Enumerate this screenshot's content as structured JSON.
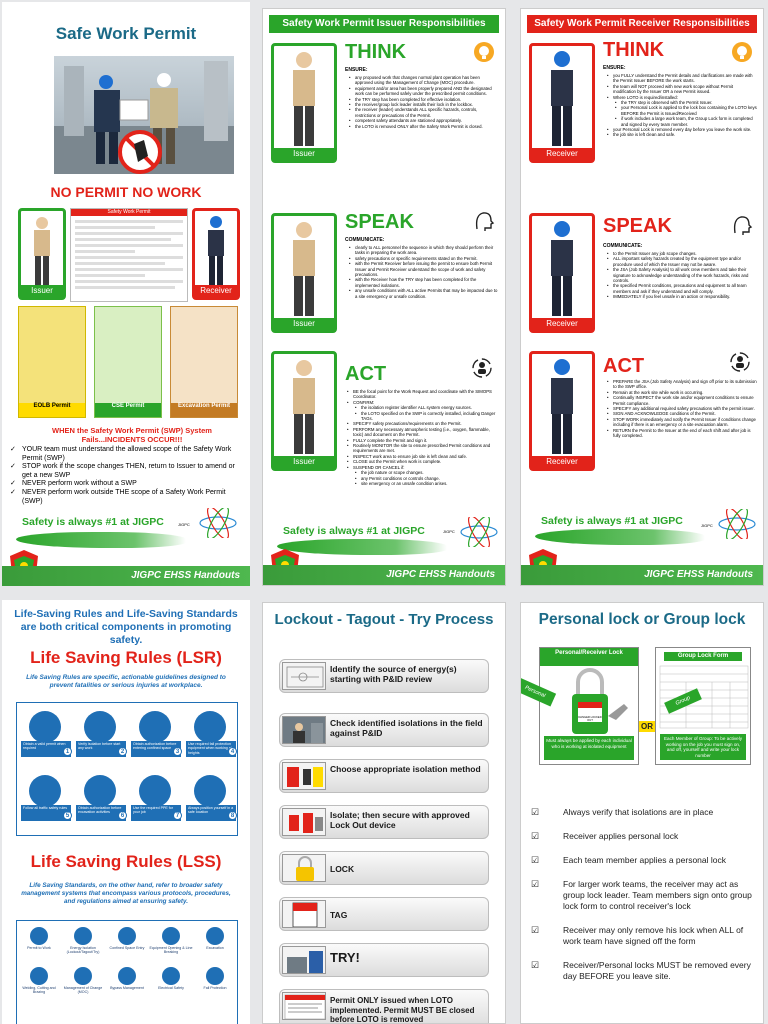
{
  "footer": "JIGPC EHSS Handouts",
  "safety_first": "Safety is always #1 at JIGPC",
  "jigpc": "JIGPC",
  "p1": {
    "title": "Safe Work Permit",
    "no_permit": "NO PERMIT NO WORK",
    "issuer": "Issuer",
    "receiver": "Receiver",
    "doc_title": "Safety Work Permit",
    "permits": [
      "EOLB Permit",
      "CSE Permit",
      "Excavation Permit"
    ],
    "warning": "WHEN the Safety Work Permit (SWP) System Fails...INCIDENTS OCCUR!!!",
    "items": [
      "YOUR team must understand the allowed scope of the Safety Work Permit (SWP)",
      "STOP work if the scope changes THEN, return to Issuer to amend or get a new SWP",
      "NEVER perform work without a SWP",
      "NEVER perform work outside THE scope of a Safety Work Permit (SWP)"
    ]
  },
  "p2": {
    "banner": "Safety Work Permit Issuer Responsibilities",
    "label": "Issuer",
    "think": {
      "title": "THINK",
      "sub": "ENSURE:",
      "items": [
        "any proposed work that changes normal plant operation has been approved using the Management of Change (MOC) procedure.",
        "equipment and/or area has been properly prepared AND the designated work can be performed safely under the prescribed permit conditions.",
        "the TRY step has been completed for effective isolation.",
        "the receiver/group lock leader installs their lock in the lockbox.",
        "the receiver (leader) understands ALL specific hazards, controls, restrictions or precautions of the Permit.",
        "competent safety attendants are stationed appropriately.",
        "the LOTO is removed ONLY after the Safety Work Permit is closed."
      ]
    },
    "speak": {
      "title": "SPEAK",
      "sub": "COMMUNICATE:",
      "items": [
        "clearly to ALL personnel the sequence in which they should perform their tasks in preparing the work area.",
        "safety precautions or specific requirements stated on the Permit.",
        "with the Permit Receiver before issuing the permit to ensure both Permit Issuer and Permit Receiver understand the scope of work and safety precautions.",
        "with the Receiver how the TRY step has been completed for the implemented isolations.",
        "any unsafe conditions with ALL active Permits that may be impacted due to a site emergency or unsafe condition."
      ]
    },
    "act": {
      "title": "ACT",
      "items": [
        {
          "t": "BE the focal point for the Work Request and coordinate with the SIMOPS Coordinator.",
          "s": false
        },
        {
          "t": "CONFIRM:",
          "s": false
        },
        {
          "t": "the isolation register identifier ALL system energy sources.",
          "s": true
        },
        {
          "t": "the LOTO specified on the SWP is correctly installed, including Danger TAGs.",
          "s": true
        },
        {
          "t": "SPECIFY safety precautions/requirements on the Permit.",
          "s": false
        },
        {
          "t": "PERFORM any necessary atmospheric testing (i.e., oxygen, flammable, toxic) and document on the Permit.",
          "s": false
        },
        {
          "t": "FULLY complete the Permit and sign it.",
          "s": false
        },
        {
          "t": "Routinely MONITOR the site to ensure prescribed Permit conditions and requirements are met.",
          "s": false
        },
        {
          "t": "INSPECT work area to ensure job site is left clean and safe.",
          "s": false
        },
        {
          "t": "CLOSE out the Permit when work is complete.",
          "s": false
        },
        {
          "t": "SUSPEND OR CANCEL if:",
          "s": false
        },
        {
          "t": "the job nature or scope changes.",
          "s": true
        },
        {
          "t": "any Permit conditions or controls change.",
          "s": true
        },
        {
          "t": "site emergency or an unsafe condition arises.",
          "s": true
        }
      ]
    }
  },
  "p3": {
    "banner": "Safety Work Permit Receiver Responsibilities",
    "label": "Receiver",
    "think": {
      "title": "THINK",
      "sub": "ENSURE:",
      "items": [
        {
          "t": "you FULLY understand the Permit details and clarifications are made with the Permit Issuer BEFORE the work starts.",
          "s": false
        },
        {
          "t": "the team will NOT proceed with new work scope without Permit modification by the Issuer OR a new Permit issued.",
          "s": false
        },
        {
          "t": "Where LOTO is required/installed:",
          "s": false
        },
        {
          "t": "the TRY step is observed with the Permit Issuer.",
          "s": true
        },
        {
          "t": "your Personal Lock is applied to the lock box containing the LOTO keys BEFORE the Permit is Issued/Received",
          "s": true
        },
        {
          "t": "if work includes a large work team, the Group Lock form is completed and signed by every team member.",
          "s": true
        },
        {
          "t": "your Personal Lock is removed every day before you leave the work site.",
          "s": false
        },
        {
          "t": "the job site is left clean and safe.",
          "s": false
        }
      ]
    },
    "speak": {
      "title": "SPEAK",
      "sub": "COMMUNICATE:",
      "items": [
        "to the Permit Issuer any job scope changes.",
        "ALL important safety hazards created by the equipment type and/or procedure used of which the Issuer may not be aware.",
        "the JSA (Job Safety Analysis) to all work crew members and take their signature to acknowledge understanding of the work hazards, risks and controls.",
        "the specified Permit conditions, precautions and equipment to all team members and ask if they understand and will comply.",
        "IMMEDIATELY if you feel unsafe in an action or responsibility."
      ]
    },
    "act": {
      "title": "ACT",
      "items": [
        "PREPARE the JSA (Job Safety Analysis) and sign off prior to its submission to the SWP office.",
        "Remain at the work site while work is occurring.",
        "Continually INSPECT the work site and/or equipment conditions to ensure Permit compliance.",
        "SPECIFY any additional required safety precautions with the permit issuer.",
        "SIGN AND ACKNOWLEDGE conditions of the Permit.",
        "STOP WORK immediately and notify the Permit Issuer if conditions change including if there is an emergency or a site evacuation alarm.",
        "RETURN the Permit to the Issuer at the end of each shift and after job is fully completed."
      ]
    }
  },
  "p4": {
    "heading": "Life-Saving Rules and Life-Saving Standards are both critical components in promoting safety.",
    "lsr_title": "Life Saving Rules (LSR)",
    "lsr_desc": "Life Saving Rules are specific, actionable guidelines designed to prevent fatalities or serious injuries at workplace.",
    "lsr_tiles": [
      "Obtain a valid permit when required",
      "Verify isolation before start any work",
      "Obtain authorization before entering confined space",
      "Use required fall protection equipment when working at heights",
      "Follow all traffic safety rules",
      "Obtain authorization before excavation activities",
      "Use the required PPE for your job",
      "Always position yourself in a safe location"
    ],
    "lss_title": "Life Saving Rules (LSS)",
    "lss_desc": "Life Saving Standards, on the other hand, refer to broader safety management systems that encompass various protocols, procedures, and regulations aimed at ensuring safety.",
    "lss_items": [
      "Permit to Work",
      "Energy Isolation (Lockout/Tagout/Try)",
      "Confined Space Entry",
      "Equipment Opening & Line Breaking",
      "Excavation",
      "Welding, Cutting and Brazing",
      "Management of Change (MOC)",
      "Bypass Management",
      "Electrical Safety",
      "Fall Protection"
    ]
  },
  "p5": {
    "title": "Lockout - Tagout - Try Process",
    "steps": [
      "Identify the source of energy(s) starting with P&ID review",
      "Check identified isolations in the field against P&ID",
      "Choose appropriate isolation method",
      "Isolate; then secure with approved Lock Out device",
      "LOCK",
      "TAG",
      "TRY!",
      "Permit ONLY issued when LOTO implemented. Permit MUST BE closed before LOTO is removed"
    ]
  },
  "p6": {
    "title": "Personal lock or Group lock",
    "personal_label": "Personal/Receiver Lock",
    "personal_tag": "Personal",
    "group_label": "Group Lock Form",
    "group_tag": "Group",
    "or": "OR",
    "lock_text": "DANGER LOCKED OUT",
    "personal_note": "Must always be applied by each individual who is working at isolated equipment",
    "group_note": "Each Member of Group: To be actively working on the job you must sign on, and off, yourself and write your lock number",
    "items": [
      "Always verify that isolations are in place",
      "Receiver applies personal lock",
      "Each team member applies a personal lock",
      "For larger work teams, the receiver may act as group lock leader. Team members sign onto group lock form to control receiver's lock",
      "Receiver may only remove his lock when ALL of work team have signed off the form",
      "Receiver/Personal locks MUST be removed every day BEFORE you leave site."
    ]
  }
}
